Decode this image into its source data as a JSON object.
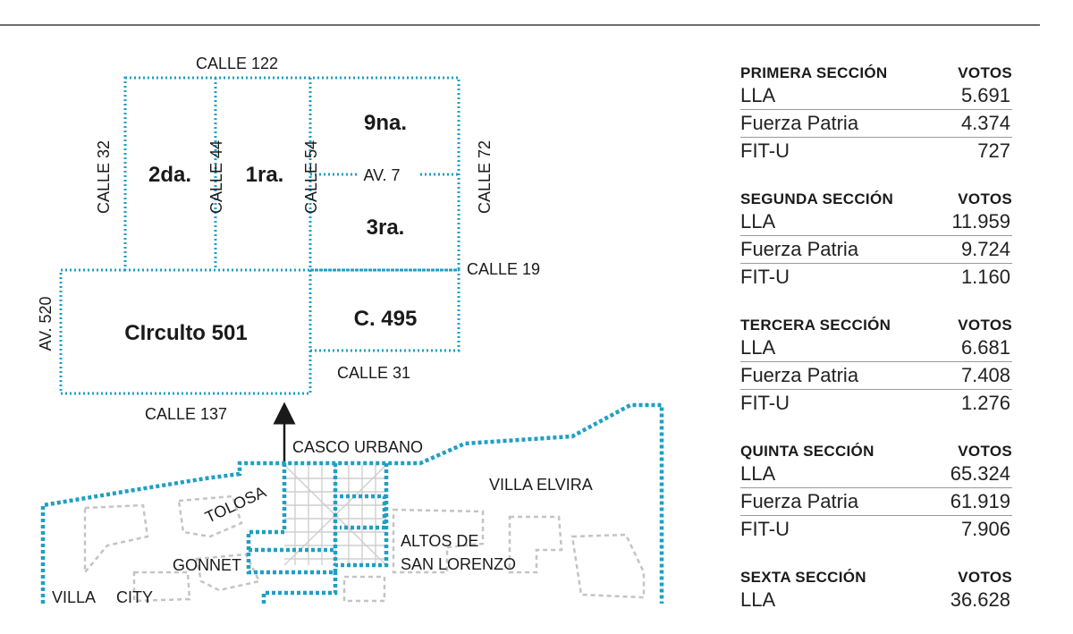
{
  "map": {
    "streets": {
      "calle_122": "CALLE 122",
      "calle_32": "CALLE 32",
      "calle_44": "CALLE 44",
      "calle_54": "CALLE 54",
      "calle_72": "CALLE 72",
      "av_7": "AV. 7",
      "calle_19": "CALLE 19",
      "av_520": "AV. 520",
      "calle_31": "CALLE 31",
      "calle_137": "CALLE 137"
    },
    "sections": {
      "segunda": "2da.",
      "primera": "1ra.",
      "novena": "9na.",
      "tercera": "3ra.",
      "circuito_501": "CIrculto 501",
      "c495": "C. 495"
    },
    "places": {
      "casco_urbano": "CASCO URBANO",
      "villa_elvira": "VILLA ELVIRA",
      "tolosa": "TOLOSA",
      "altos_1": "ALTOS DE",
      "altos_2": "SAN LORENZO",
      "gonnet": "GONNET",
      "villa": "VILLA",
      "city": "CITY"
    },
    "colors": {
      "boundary": "#1f9fc4",
      "secondary": "#c4c4c4",
      "text": "#1a1a1a"
    }
  },
  "results": {
    "sections": [
      {
        "title": "PRIMERA SECCIÓN",
        "votes_header": "VOTOS",
        "rows": [
          {
            "party": "LLA",
            "votes": "5.691"
          },
          {
            "party": "Fuerza Patria",
            "votes": "4.374"
          },
          {
            "party": "FIT-U",
            "votes": "727"
          }
        ]
      },
      {
        "title": "SEGUNDA SECCIÓN",
        "votes_header": "VOTOS",
        "rows": [
          {
            "party": "LLA",
            "votes": "11.959"
          },
          {
            "party": "Fuerza Patria",
            "votes": "9.724"
          },
          {
            "party": "FIT-U",
            "votes": "1.160"
          }
        ]
      },
      {
        "title": "TERCERA SECCIÓN",
        "votes_header": "VOTOS",
        "rows": [
          {
            "party": "LLA",
            "votes": "6.681"
          },
          {
            "party": "Fuerza Patria",
            "votes": "7.408"
          },
          {
            "party": "FIT-U",
            "votes": "1.276"
          }
        ]
      },
      {
        "title": "QUINTA SECCIÓN",
        "votes_header": "VOTOS",
        "rows": [
          {
            "party": "LLA",
            "votes": "65.324"
          },
          {
            "party": "Fuerza Patria",
            "votes": "61.919"
          },
          {
            "party": "FIT-U",
            "votes": "7.906"
          }
        ]
      },
      {
        "title": "SEXTA SECCIÓN",
        "votes_header": "VOTOS",
        "rows": [
          {
            "party": "LLA",
            "votes": "36.628"
          }
        ]
      }
    ]
  }
}
